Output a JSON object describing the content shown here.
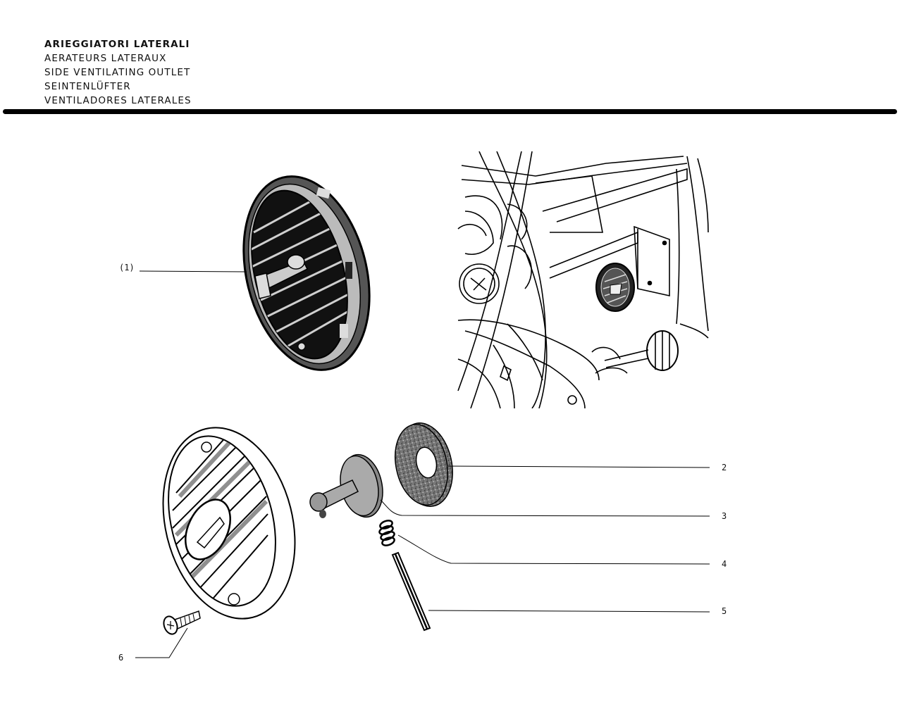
{
  "titles": [
    "ARIEGGIATORI LATERALI",
    "AERATEURS LATERAUX",
    "SIDE VENTILATING OUTLET",
    "SEINTENLÜFTER",
    "VENTILADORES LATERALES"
  ],
  "callouts": {
    "assembly": "(1)",
    "gasket": "2",
    "knob": "3",
    "spring": "4",
    "pin": "5",
    "screw": "6"
  }
}
